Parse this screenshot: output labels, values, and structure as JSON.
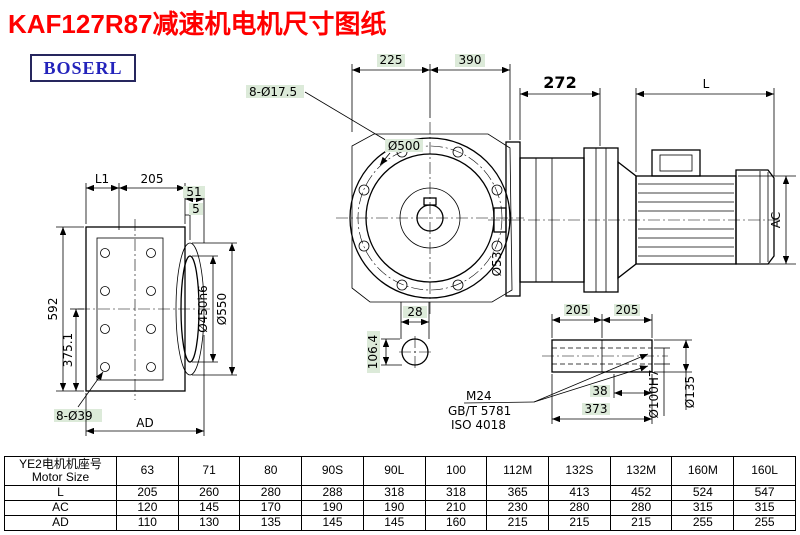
{
  "page": {
    "title": "KAF127R87减速机电机尺寸图纸",
    "brand": "BOSERL"
  },
  "drawing": {
    "front_view": {
      "dim_l1": "L1",
      "dim_205": "205",
      "dim_51": "51",
      "dim_5": "5",
      "dim_592": "592",
      "dim_375_1": "375.1",
      "dim_8_d39": "8-Ø39",
      "dim_ad": "AD",
      "dim_d450h6": "Ø450h6",
      "dim_d550": "Ø550"
    },
    "flange_view": {
      "dim_225": "225",
      "dim_390": "390",
      "dim_8_d17_5": "8-Ø17.5",
      "dim_d500": "Ø500",
      "dim_d53": "Ø53",
      "dim_28": "28",
      "dim_106_4": "106.4"
    },
    "side_view": {
      "dim_272": "272",
      "dim_l": "L",
      "dim_ac": "AC"
    },
    "shaft_detail": {
      "dim_205_left": "205",
      "dim_205_right": "205",
      "dim_38": "38",
      "dim_373": "373",
      "thread_label": "M24",
      "standard_1": "GB/T 5781",
      "standard_2": "ISO 4018",
      "dim_d100h7": "Ø100H7",
      "dim_d135": "Ø135"
    }
  },
  "table": {
    "row_header_line1": "YE2电机机座号",
    "row_header_line2": "Motor Size",
    "columns": [
      "63",
      "71",
      "80",
      "90S",
      "90L",
      "100",
      "112M",
      "132S",
      "132M",
      "160M",
      "160L"
    ],
    "rows": [
      {
        "label": "L",
        "values": [
          "205",
          "260",
          "280",
          "288",
          "318",
          "318",
          "365",
          "413",
          "452",
          "524",
          "547"
        ]
      },
      {
        "label": "AC",
        "values": [
          "120",
          "145",
          "170",
          "190",
          "190",
          "210",
          "230",
          "280",
          "280",
          "315",
          "315"
        ]
      },
      {
        "label": "AD",
        "values": [
          "110",
          "130",
          "135",
          "145",
          "145",
          "160",
          "215",
          "215",
          "215",
          "255",
          "255"
        ]
      }
    ]
  }
}
